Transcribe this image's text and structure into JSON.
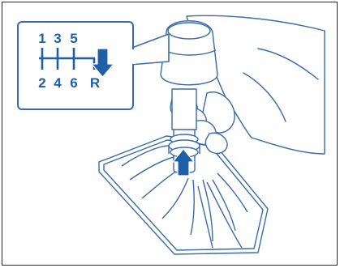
{
  "shift_pattern": {
    "top_row": [
      "1",
      "3",
      "5"
    ],
    "bottom_row": [
      "2",
      "4",
      "6",
      "R"
    ]
  },
  "colors": {
    "line_art": "#3a6aa8",
    "accent": "#1f5fa8",
    "frame": "#2b2b2b",
    "callout_fill": "#ffffff"
  },
  "icons": {
    "pattern_arrow": "arrow-down-icon",
    "ring_arrow": "arrow-up-icon"
  }
}
